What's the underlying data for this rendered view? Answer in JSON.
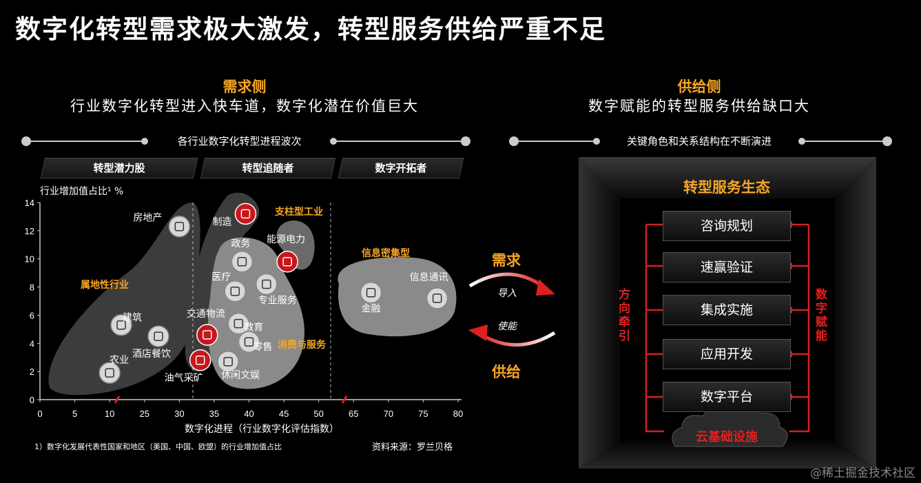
{
  "title": "数字化转型需求极大激发，转型服务供给严重不足",
  "demand": {
    "heading": "需求侧",
    "subtitle": "行业数字化转型进入快车道，数字化潜在价值巨大",
    "timeline_label": "各行业数字化转型进程波次",
    "tabs": [
      "转型潜力股",
      "转型追随者",
      "数字开拓者"
    ]
  },
  "supply": {
    "heading": "供给侧",
    "subtitle": "数字赋能的转型服务供给缺口大",
    "timeline_label": "关键角色和关系结构在不断演进",
    "ecosystem_title": "转型服务生态",
    "stack": [
      "咨询规划",
      "速赢验证",
      "集成实施",
      "应用开发",
      "数字平台"
    ],
    "cloud_label": "云基础设施",
    "left_side": "方向牵引",
    "right_side": "数字赋能"
  },
  "middle": {
    "demand": "需求",
    "import": "导入",
    "enable": "使能",
    "supply": "供给"
  },
  "chart_data": {
    "type": "scatter",
    "ylabel": "行业增加值占比¹ %",
    "xlabel": "数字化进程（行业数字化评估指数）",
    "xticks": [
      0,
      5,
      10,
      25,
      30,
      35,
      40,
      45,
      50,
      65,
      70,
      75,
      80
    ],
    "yticks": [
      0,
      2,
      4,
      6,
      8,
      10,
      12,
      14
    ],
    "ylim": [
      0,
      14
    ],
    "points": [
      {
        "label": "房地产",
        "x": 30,
        "y": 12.3,
        "highlight": false
      },
      {
        "label": "建筑",
        "x": 15,
        "y": 5.3,
        "highlight": false
      },
      {
        "label": "酒店餐饮",
        "x": 27,
        "y": 4.5,
        "highlight": false
      },
      {
        "label": "农业",
        "x": 10,
        "y": 1.9,
        "highlight": false
      },
      {
        "label": "制造",
        "x": 39.5,
        "y": 13.2,
        "highlight": true
      },
      {
        "label": "政务",
        "x": 39,
        "y": 9.8,
        "highlight": false
      },
      {
        "label": "能源电力",
        "x": 45.5,
        "y": 9.8,
        "highlight": true
      },
      {
        "label": "医疗",
        "x": 38,
        "y": 7.7,
        "highlight": false
      },
      {
        "label": "专业服务",
        "x": 42.5,
        "y": 8.2,
        "highlight": false
      },
      {
        "label": "交通物流",
        "x": 34,
        "y": 4.6,
        "highlight": true
      },
      {
        "label": "教育",
        "x": 38.5,
        "y": 5.4,
        "highlight": false
      },
      {
        "label": "零售",
        "x": 40,
        "y": 4.1,
        "highlight": false
      },
      {
        "label": "油气采矿",
        "x": 33,
        "y": 2.8,
        "highlight": true
      },
      {
        "label": "休闲文娱",
        "x": 37,
        "y": 2.7,
        "highlight": false
      },
      {
        "label": "金融",
        "x": 67.5,
        "y": 7.6,
        "highlight": false
      },
      {
        "label": "信息通讯",
        "x": 77,
        "y": 7.2,
        "highlight": false
      }
    ],
    "group_labels": [
      "属地性行业",
      "支柱型工业",
      "消费与服务",
      "信息密集型"
    ]
  },
  "footnote": "1）数字化发展代表性国家和地区（美国、中国、欧盟）的行业增加值占比",
  "source": "资料来源：罗兰贝格",
  "watermark": "@稀土掘金技术社区"
}
